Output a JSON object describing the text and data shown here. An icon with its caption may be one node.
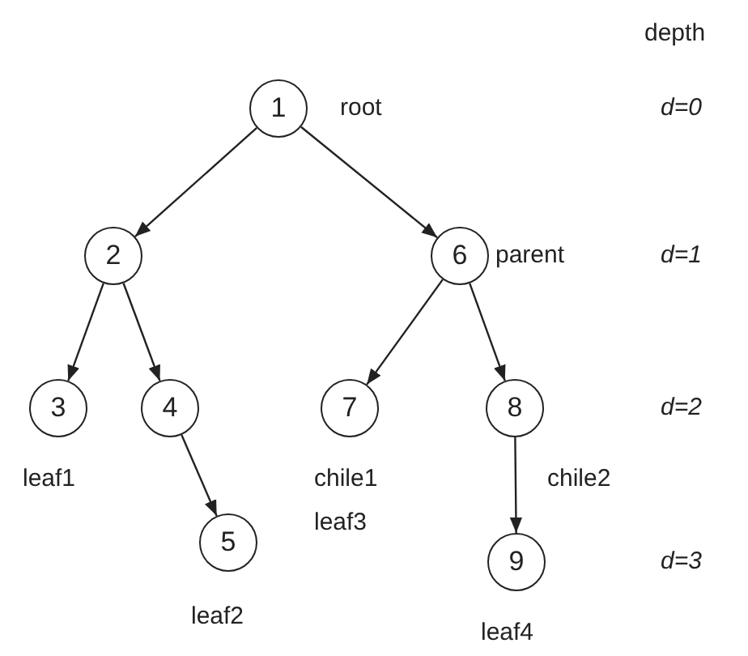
{
  "diagram": {
    "nodes": [
      {
        "text": [
          "1"
        ],
        "beside": [
          "root"
        ]
      },
      {
        "text": [
          "2"
        ]
      },
      {
        "text": [
          "6"
        ],
        "beside": [
          "parent"
        ]
      },
      {
        "text": [
          "3"
        ],
        "beside": [
          "leaf1"
        ]
      },
      {
        "text": [
          "4"
        ]
      },
      {
        "text": [
          "7"
        ],
        "beside": [
          "chile1",
          "leaf3"
        ]
      },
      {
        "text": [
          "8"
        ],
        "beside": [
          "chile2"
        ]
      },
      {
        "text": [
          "5"
        ],
        "beside": [
          "leaf2"
        ]
      },
      {
        "text": [
          "9"
        ],
        "beside": [
          "leaf4"
        ]
      }
    ],
    "edges": [
      {
        "from": 0,
        "to": 1,
        "arrow": "to"
      },
      {
        "from": 0,
        "to": 2,
        "arrow": "to"
      },
      {
        "from": 1,
        "to": 3,
        "arrow": "to"
      },
      {
        "from": 1,
        "to": 4,
        "arrow": "to"
      },
      {
        "from": 2,
        "to": 5,
        "arrow": "to"
      },
      {
        "from": 2,
        "to": 6,
        "arrow": "to"
      },
      {
        "from": 4,
        "to": 7,
        "arrow": "to"
      },
      {
        "from": 6,
        "to": 8,
        "arrow": "to"
      }
    ],
    "labels": [
      "depth",
      "d=0",
      "d=1",
      "d=2",
      "d=3"
    ]
  }
}
